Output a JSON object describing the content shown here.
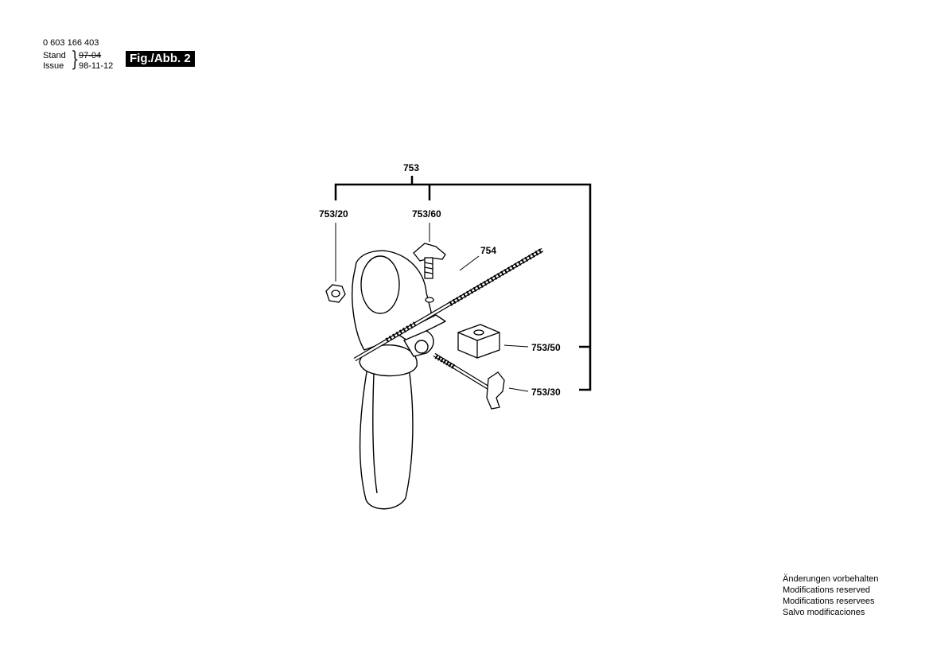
{
  "header": {
    "part_number": "0 603 166 403",
    "stand_label": "Stand",
    "issue_label": "Issue",
    "stand_date": "97-04",
    "issue_date": "98-11-12",
    "figure_label": "Fig./Abb. 2"
  },
  "callouts": {
    "assembly": "753",
    "nut": "753/20",
    "wing_screw": "753/60",
    "depth_rod": "754",
    "clamp_block": "753/50",
    "clamp_bolt": "753/30"
  },
  "notes": [
    "Änderungen vorbehalten",
    "Modifications reserved",
    "Modifications reservees",
    "Salvo modificaciones"
  ],
  "colors": {
    "ink": "#000000",
    "paper": "#ffffff"
  }
}
